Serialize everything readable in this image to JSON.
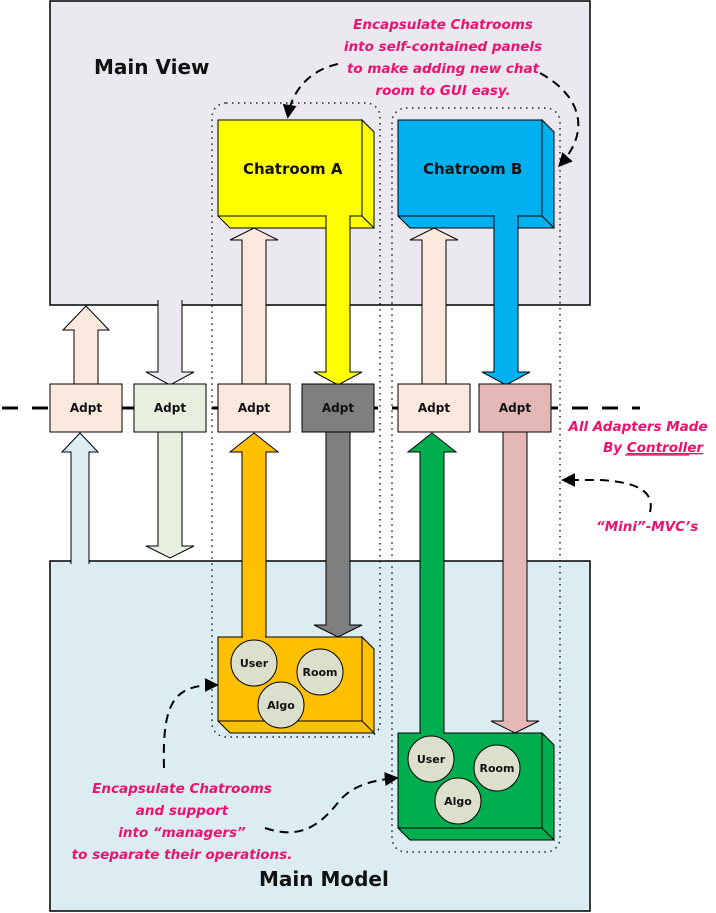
{
  "diagram": {
    "colors": {
      "main_view_fill": "#ebe8f0",
      "main_model_fill": "#dbecf3",
      "annotation": "#f0106e",
      "chatroom_a": "#ffff00",
      "chatroom_b": "#00b0ef",
      "manager_a": "#ffc000",
      "manager_b": "#00ad4f",
      "adapter_peach": "#fbe9de",
      "adapter_green_light": "#e9efdf",
      "adapter_gray": "#7f7f7f",
      "adapter_pink": "#e4b8b7",
      "arrow_lavender": "#ebe8f0",
      "arrow_lightblue": "#dbecf3",
      "ball_fill": "#dcdfcc"
    },
    "main_view": {
      "title": "Main View"
    },
    "main_model": {
      "title": "Main Model"
    },
    "chatrooms": [
      {
        "label": "Chatroom A"
      },
      {
        "label": "Chatroom B"
      }
    ],
    "adapters": [
      {
        "label": "Adpt"
      },
      {
        "label": "Adpt"
      },
      {
        "label": "Adpt"
      },
      {
        "label": "Adpt"
      },
      {
        "label": "Adpt"
      },
      {
        "label": "Adpt"
      }
    ],
    "managers": [
      {
        "items": [
          "User",
          "Room",
          "Algo"
        ]
      },
      {
        "items": [
          "User",
          "Room",
          "Algo"
        ]
      }
    ],
    "annotations": {
      "view_encapsulate": [
        "Encapsulate Chatrooms",
        "into self-contained panels",
        "to make adding new chat",
        "room to GUI easy."
      ],
      "adapters_made_line1": "All Adapters Made",
      "adapters_made_by": "By ",
      "adapters_made_controller": "Controller",
      "mini_mvc": "“Mini”-MVC’s",
      "model_encapsulate": [
        "Encapsulate Chatrooms",
        "and support",
        "into “managers”",
        "to separate their operations."
      ]
    }
  }
}
